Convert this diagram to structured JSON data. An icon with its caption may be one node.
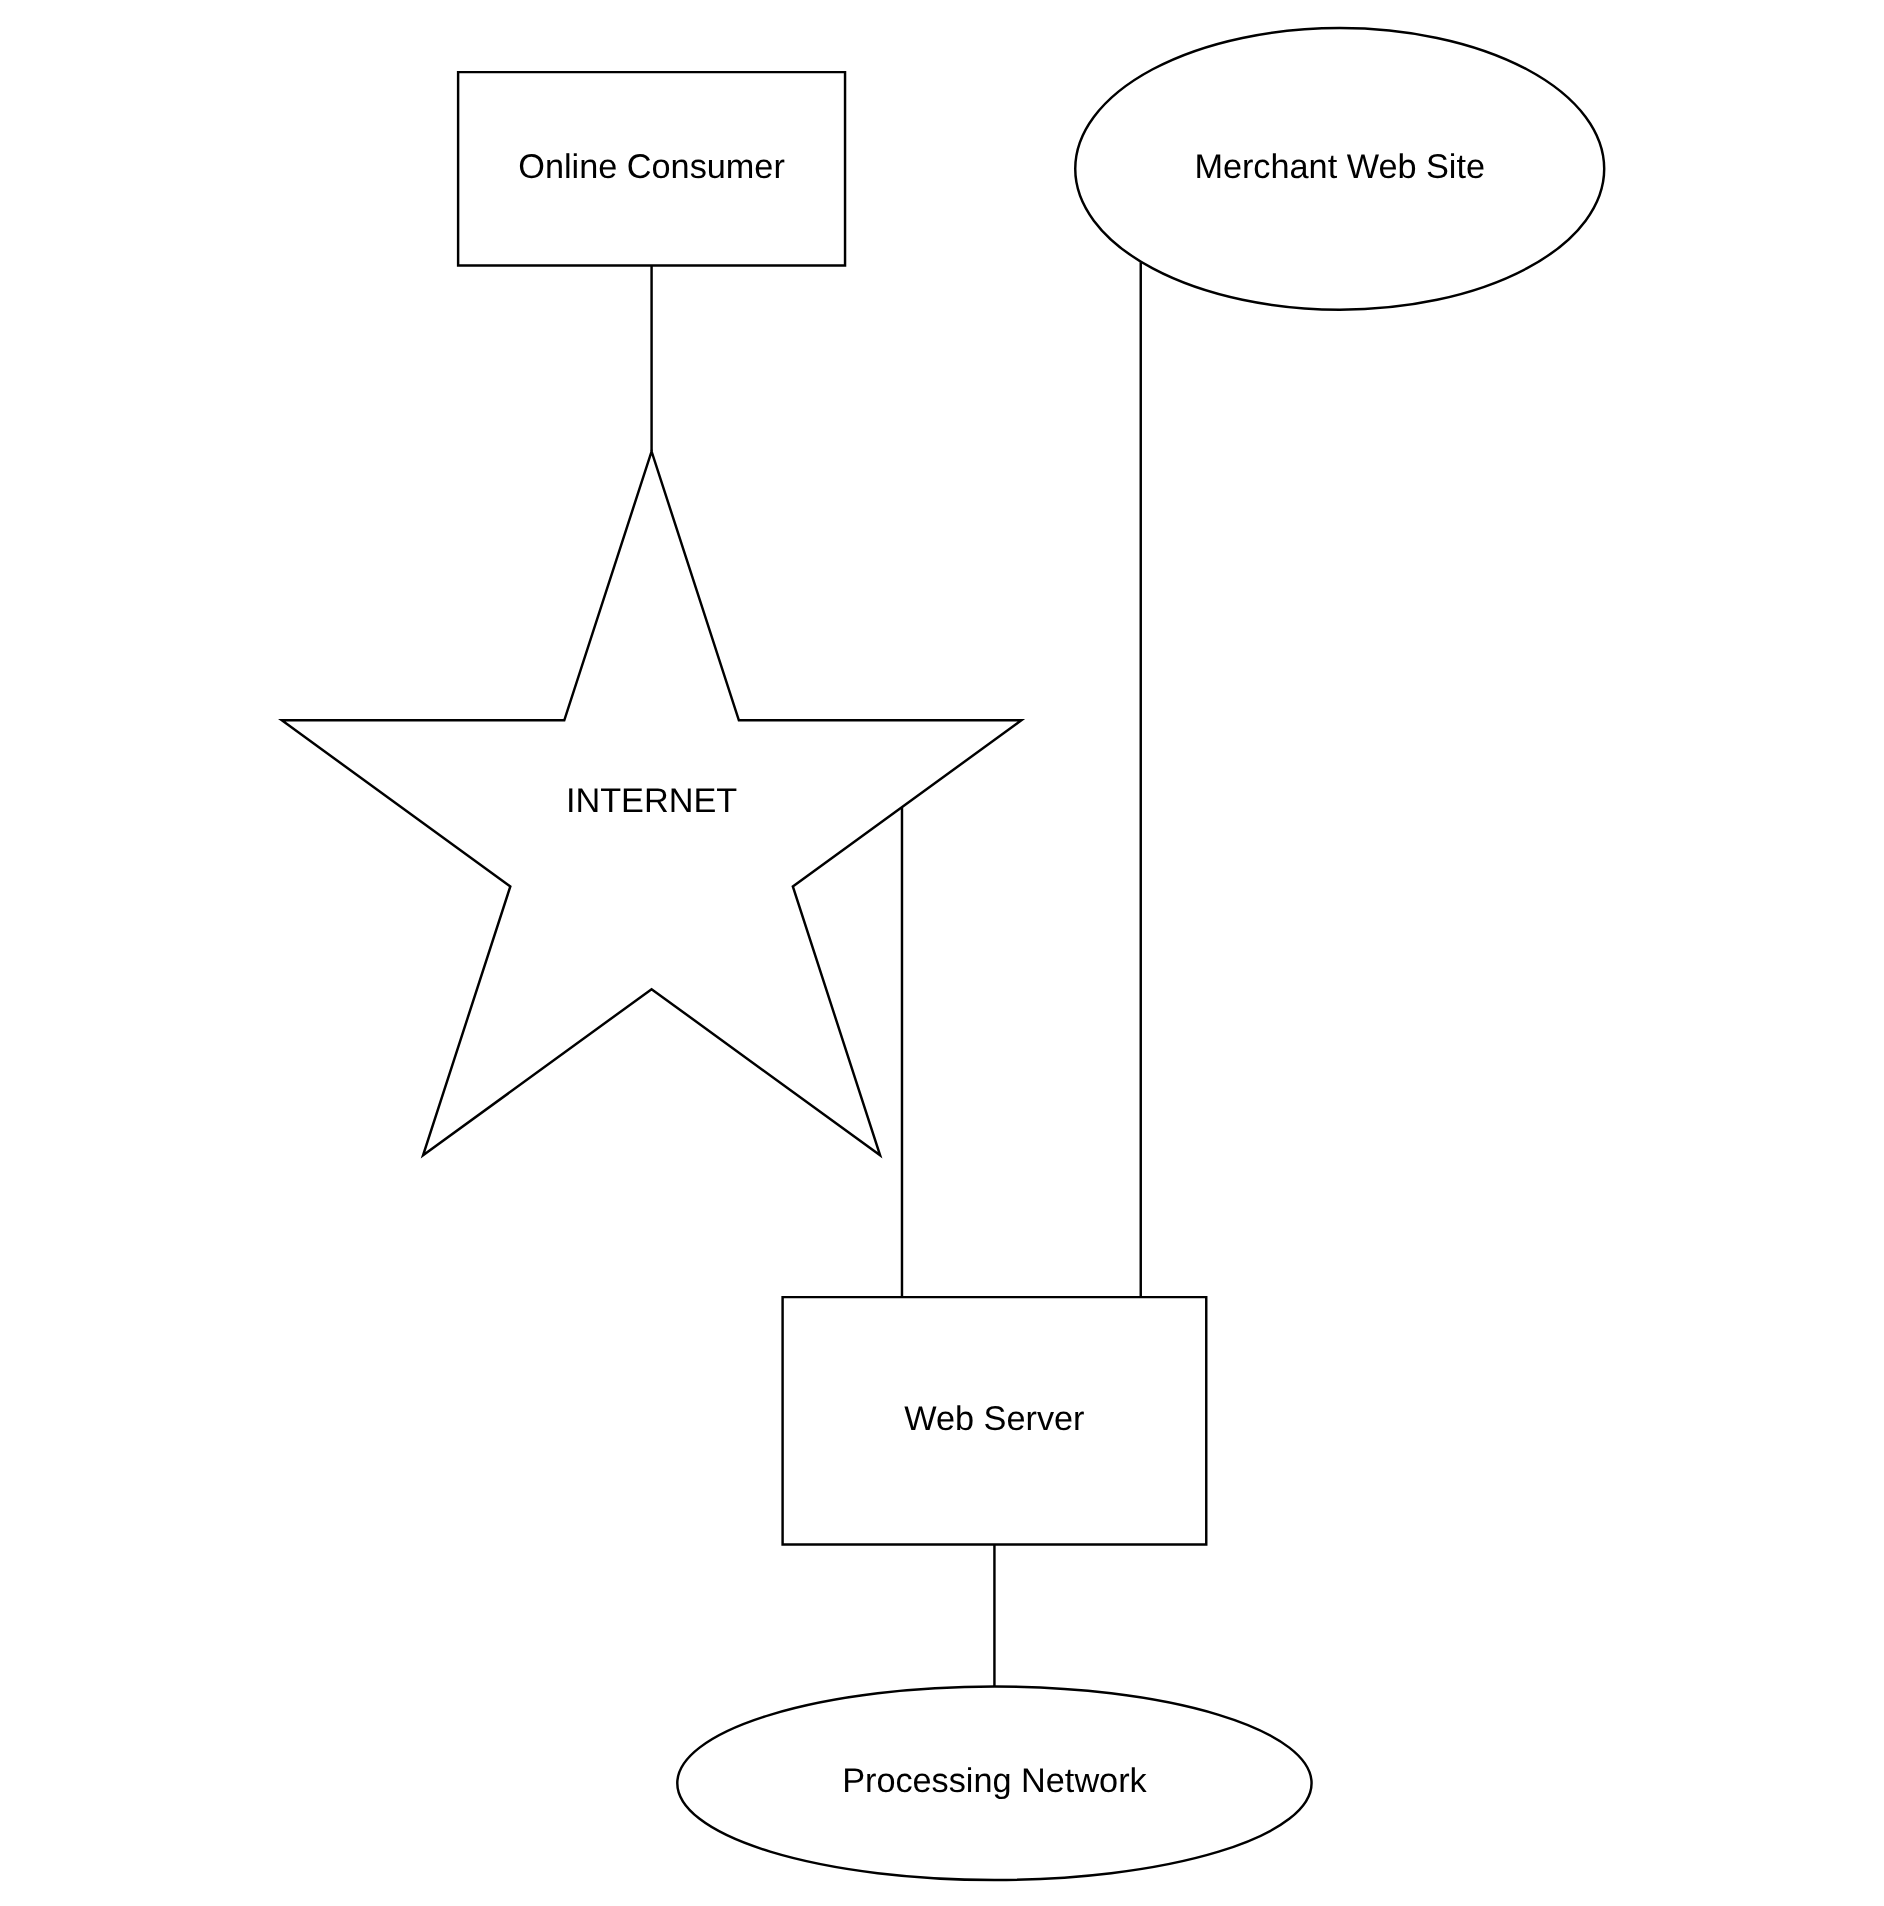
{
  "diagram": {
    "nodes": [
      {
        "text": [
          "Online Consumer"
        ]
      },
      {
        "text": [
          "Merchant Web Site"
        ]
      },
      {
        "text": [
          "INTERNET"
        ]
      },
      {
        "text": [
          "Web Server"
        ]
      },
      {
        "text": [
          "Processing Network"
        ]
      }
    ],
    "edges": [
      {
        "from": 0,
        "to": 2,
        "arrow": "none"
      },
      {
        "from": 2,
        "to": 3,
        "arrow": "none"
      },
      {
        "from": 3,
        "to": 1,
        "arrow": "none"
      },
      {
        "from": 3,
        "to": 4,
        "arrow": "none"
      }
    ]
  }
}
